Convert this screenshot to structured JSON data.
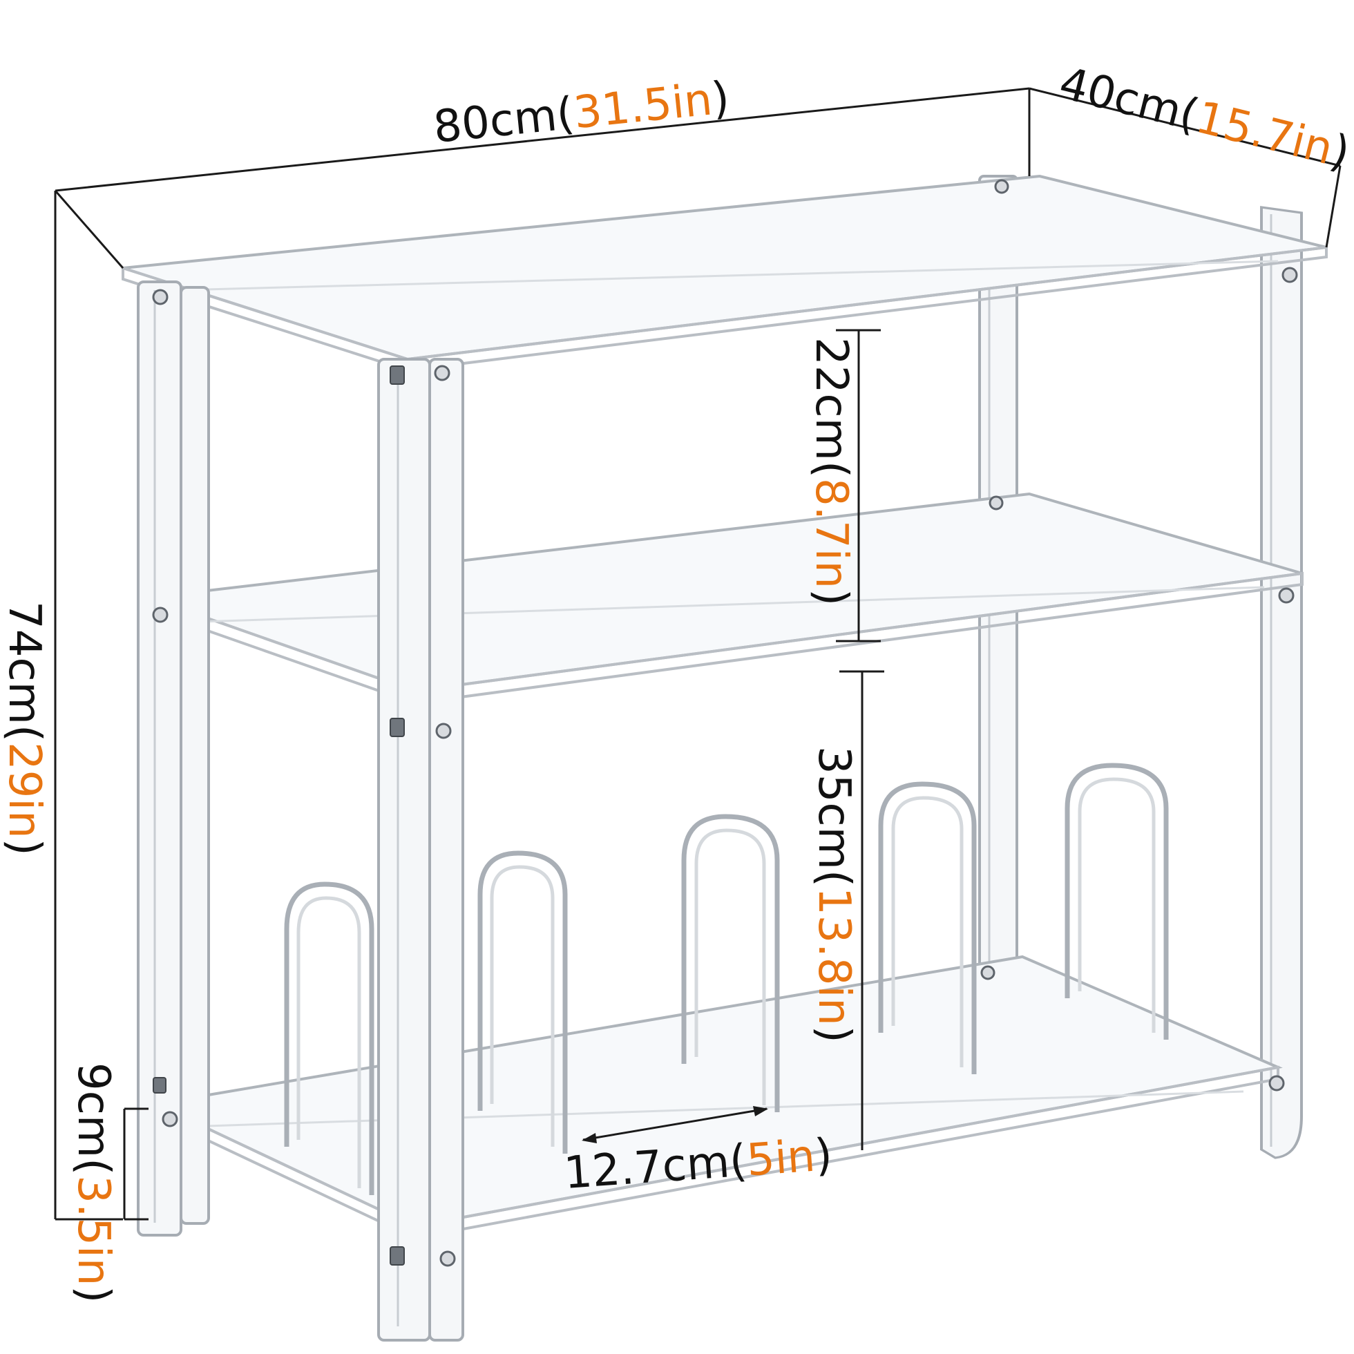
{
  "dimensions": {
    "width": {
      "metric": "80cm(",
      "imperial": "31.5in",
      "close": ")"
    },
    "depth": {
      "metric": "40cm(",
      "imperial": "15.7in",
      "close": ")"
    },
    "height": {
      "metric": "74cm(",
      "imperial": "29in",
      "close": ")"
    },
    "top_gap": {
      "metric": "22cm(",
      "imperial": "8.7in",
      "close": ")"
    },
    "lower_gap": {
      "metric": "35cm(",
      "imperial": "13.8in",
      "close": ")"
    },
    "divider_spacing": {
      "metric": "12.7cm(",
      "imperial": "5in",
      "close": ")"
    },
    "leg_clearance": {
      "metric": "9cm(",
      "imperial": "3.5in",
      "close": ")"
    }
  },
  "colors": {
    "metric": "#111111",
    "imperial": "#e87511",
    "acrylic_edge": "#b9bec4"
  }
}
